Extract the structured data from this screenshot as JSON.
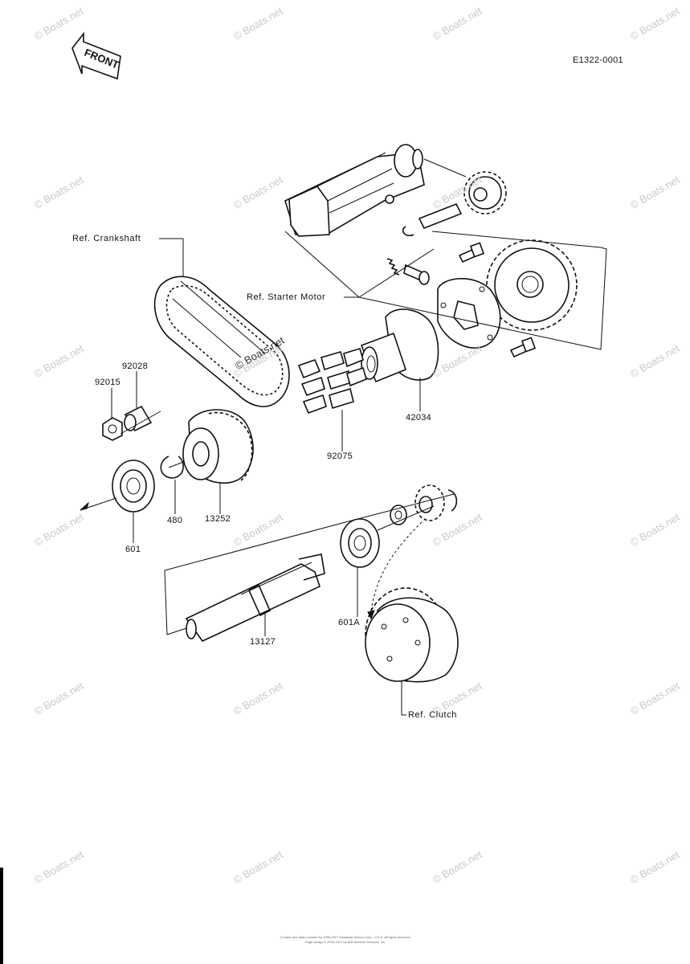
{
  "doc_code": "E1322-0001",
  "front_badge": "FRONT",
  "watermark": "© Boats.net",
  "refs": {
    "crankshaft": "Ref. Crankshaft",
    "starter_motor": "Ref. Starter Motor",
    "clutch": "Ref. Clutch"
  },
  "parts": {
    "p92028": "92028",
    "p92015": "92015",
    "p42034": "42034",
    "p92075": "92075",
    "p480": "480",
    "p13252": "13252",
    "p601": "601",
    "p601a": "601A",
    "p13127": "13127"
  },
  "footer": {
    "line1": "Content and data provided by 1999-2017 Kawasaki Motors Corp., U.S.A. All rights reserved.",
    "line2": "Page design © 2004-2017 by ARI Network Services, Inc."
  }
}
